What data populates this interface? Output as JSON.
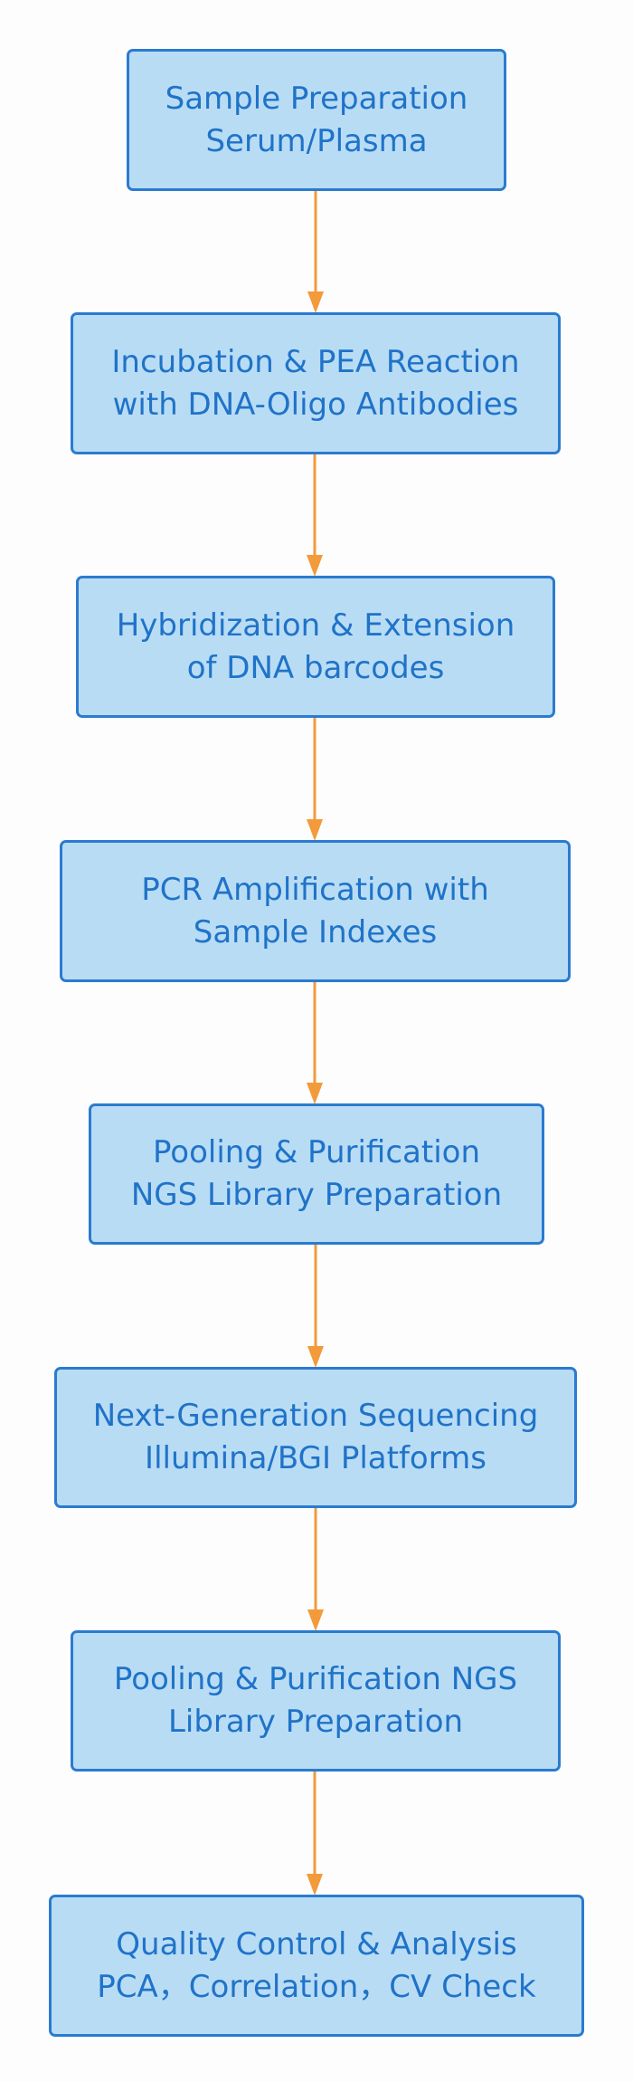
{
  "diagram": {
    "steps": [
      {
        "line1": "Sample Preparation",
        "line2": "Serum/Plasma"
      },
      {
        "line1": "Incubation & PEA Reaction",
        "line2": "with DNA-Oligo Antibodies"
      },
      {
        "line1": "Hybridization & Extension",
        "line2": "of DNA barcodes"
      },
      {
        "line1": "PCR Amplification with",
        "line2": "Sample Indexes"
      },
      {
        "line1": "Pooling & Purification",
        "line2": "NGS Library Preparation"
      },
      {
        "line1": "Next-Generation Sequencing",
        "line2": "Illumina/BGI Platforms"
      },
      {
        "line1": "Pooling & Purification NGS",
        "line2": "Library Preparation"
      },
      {
        "line1": "Quality Control & Analysis",
        "line2": "PCA，Correlation，CV Check"
      }
    ],
    "colors": {
      "box_fill": "#b9dcf5",
      "box_border": "#2b7bcf",
      "text": "#1f73c8",
      "arrow": "#f39a3b",
      "background": "#fdfdfd"
    }
  }
}
